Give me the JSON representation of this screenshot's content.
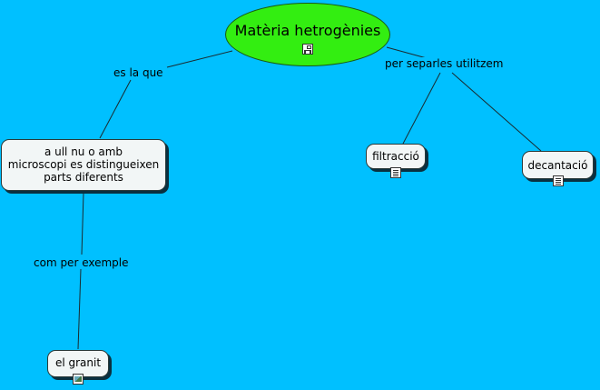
{
  "concepts": {
    "main": "Matèria hetrogènies",
    "definition": "a ull nu o amb\nmicroscopi es distingueixen\nparts diferents",
    "example": "el granit",
    "filtration": "filtracció",
    "decantation": "decantació"
  },
  "links": {
    "es_la_que": "es la que",
    "per_separles": "per separles utilitzem",
    "com_per_exemple": "com per exemple"
  },
  "icons": {
    "main": "concept-map-icon",
    "example": "image-icon",
    "filtration": "document-icon",
    "decantation": "document-icon"
  },
  "colors": {
    "background": "#00c0ff",
    "main_concept": "#33ee11",
    "concept_box": "#f2f6f6"
  }
}
